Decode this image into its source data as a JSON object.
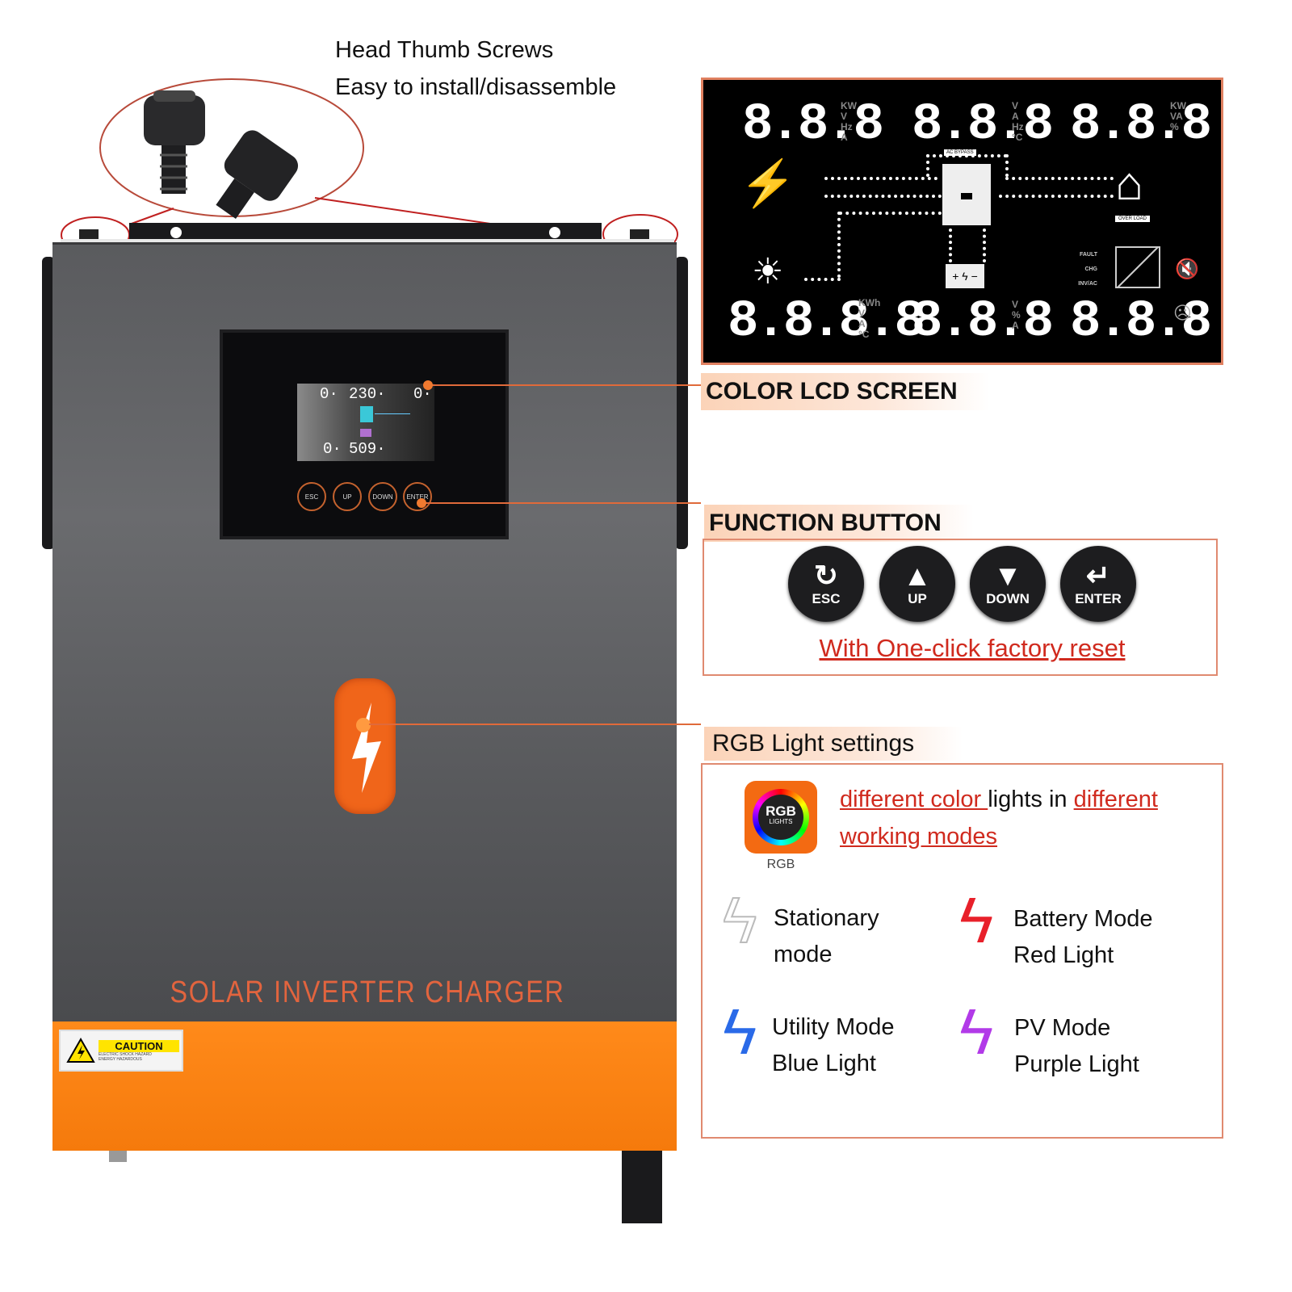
{
  "screws": {
    "title": "Head Thumb Screws",
    "subtitle": "Easy to install/disassemble"
  },
  "device": {
    "brand_text": "SOLAR INVERTER CHARGER",
    "caution": {
      "title": "CAUTION",
      "line1": "ELECTRIC SHOCK HAZARD",
      "line2": "ENERGY HAZARDOUS"
    },
    "mini_lcd": {
      "top_left": "0·",
      "top_mid": "230·",
      "top_right": "0·",
      "bottom_left": "0·",
      "bottom_mid": "509·"
    },
    "buttons": [
      "ESC",
      "UP",
      "DOWN",
      "ENTER"
    ],
    "colors": {
      "body": "#5a5b5e",
      "accent": "#f57a0c",
      "brand_text": "#e2643e"
    }
  },
  "lcd_section": {
    "title": "COLOR LCD SCREEN",
    "readouts": {
      "top_left": {
        "digits": "8.8.8",
        "units": [
          "KW",
          "V",
          "Hz",
          "A"
        ]
      },
      "top_mid": {
        "digits": "8.8.8",
        "units": [
          "V",
          "A",
          "Hz",
          "°C"
        ]
      },
      "top_right": {
        "digits": "8.8.8",
        "units": [
          "KW",
          "VA",
          "%"
        ]
      },
      "bottom_left": {
        "digits": "8.8.8.8",
        "units": [
          "KWh",
          "V",
          "A",
          "°C"
        ]
      },
      "bottom_mid": {
        "digits": "8.8.8",
        "units": [
          "V",
          "%",
          "A"
        ]
      },
      "bottom_right": {
        "digits": "8.8.8",
        "units": []
      }
    },
    "labels": {
      "ac_bypass": "AC BYPASS",
      "overload": "OVER LOAD",
      "fault": "FAULT",
      "chg": "CHG",
      "inv_ac": "INV/AC"
    }
  },
  "function_section": {
    "title": "FUNCTION BUTTON",
    "buttons": [
      {
        "label": "ESC",
        "icon": "rotate-icon"
      },
      {
        "label": "UP",
        "icon": "triangle-up-icon"
      },
      {
        "label": "DOWN",
        "icon": "triangle-down-icon"
      },
      {
        "label": "ENTER",
        "icon": "enter-icon"
      }
    ],
    "note": "With One-click factory reset",
    "note_color": "#d02a1e"
  },
  "rgb_section": {
    "title": "RGB Light settings",
    "icon_text": "RGB",
    "icon_sub": "LIGHTS",
    "icon_caption": "RGB",
    "desc": {
      "p1": "different color ",
      "p2": "lights in ",
      "p3": "different",
      "p4": "working modes"
    },
    "modes": [
      {
        "line1": "Stationary",
        "line2": "mode",
        "color": "#e8e8e8"
      },
      {
        "line1": "Battery Mode",
        "line2": "Red Light",
        "color": "#e8202a"
      },
      {
        "line1": "Utility Mode",
        "line2": "Blue Light",
        "color": "#2a6ae8"
      },
      {
        "line1": "PV Mode",
        "line2": "Purple Light",
        "color": "#b23ae8"
      }
    ]
  }
}
